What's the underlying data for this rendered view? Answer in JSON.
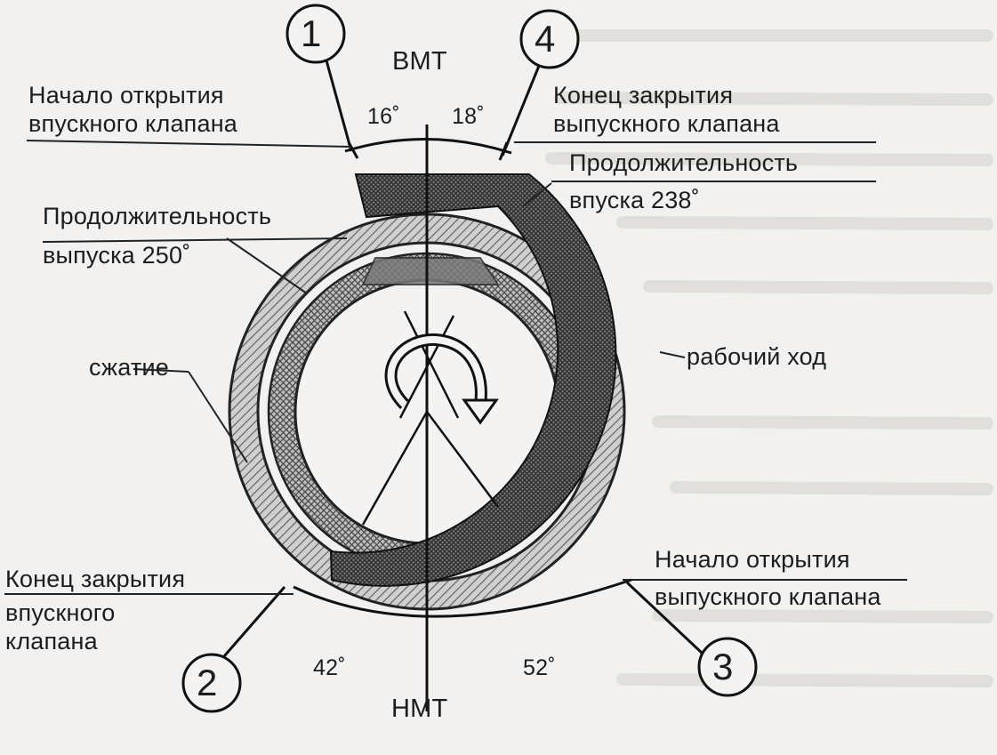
{
  "markers": {
    "m1": "1",
    "m2": "2",
    "m3": "3",
    "m4": "4"
  },
  "angles": {
    "intake_open_before_tdc": "16˚",
    "exhaust_close_after_tdc": "18˚",
    "intake_close_after_bdc": "42˚",
    "exhaust_open_before_bdc": "52˚"
  },
  "labels": {
    "tdc": "ВМТ",
    "bdc": "НМТ",
    "intake_open_1": "Начало открытия",
    "intake_open_2": "впускного клапана",
    "exhaust_close_1": "Конец закрытия",
    "exhaust_close_2": "выпускного клапана",
    "intake_duration_1": "Продолжительность",
    "intake_duration_2": "впуска 238˚",
    "exhaust_duration_1": "Продолжительность",
    "exhaust_duration_2": "выпуска 250˚",
    "power_stroke": "рабочий ход",
    "compression": "сжатие",
    "intake_close_1": "Конец закрытия",
    "intake_close_2": "впускного",
    "intake_close_3": "клапана",
    "exhaust_open_1": "Начало открытия",
    "exhaust_open_2": "выпускного клапана"
  }
}
